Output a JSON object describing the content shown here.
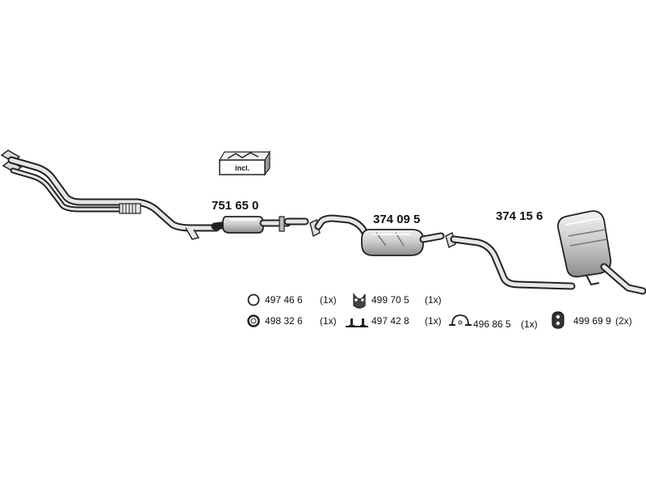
{
  "parts": [
    {
      "id": "front-pipe",
      "number": ""
    },
    {
      "id": "catalytic-converter",
      "number": "751 65 0"
    },
    {
      "id": "middle-silencer",
      "number": "374 09 5"
    },
    {
      "id": "rear-silencer",
      "number": "374 15 6"
    }
  ],
  "incl_label": "incl.",
  "accessories": [
    {
      "icon": "ring-gasket-icon",
      "number": "497 46 6",
      "qty": "(1x)"
    },
    {
      "icon": "rubber-hanger-icon",
      "number": "499 70 5",
      "qty": "(1x)"
    },
    {
      "icon": "ring-gasket-thick-icon",
      "number": "498 32 6",
      "qty": "(1x)"
    },
    {
      "icon": "bolt-clamp-icon",
      "number": "497 42 8",
      "qty": "(1x)"
    },
    {
      "icon": "pipe-clamp-icon",
      "number": "496 86 5",
      "qty": "(1x)"
    },
    {
      "icon": "rubber-mount-icon",
      "number": "499 69 9",
      "qty": "(2x)"
    }
  ],
  "colors": {
    "line": "#222222",
    "fill": "#d9d9d9",
    "highlight": "#f2f2f2"
  }
}
